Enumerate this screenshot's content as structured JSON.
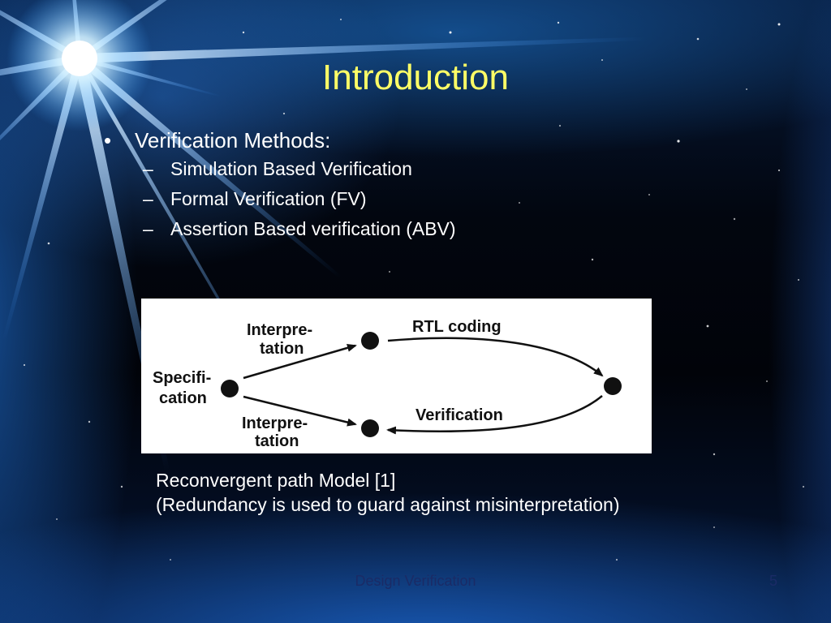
{
  "slide": {
    "title": "Introduction",
    "bullet": {
      "marker": "•",
      "text": "Verification Methods:",
      "sub_marker": "–",
      "sub_items": [
        "Simulation Based Verification",
        "Formal Verification (FV)",
        "Assertion Based verification (ABV)"
      ]
    },
    "diagram": {
      "labels": {
        "spec_line1": "Specifi-",
        "spec_line2": "cation",
        "interp_top_line1": "Interpre-",
        "interp_top_line2": "tation",
        "interp_bottom_line1": "Interpre-",
        "interp_bottom_line2": "tation",
        "rtl": "RTL coding",
        "verification": "Verification"
      }
    },
    "caption": {
      "line1": "Reconvergent path Model [1]",
      "line2": "(Redundancy is used to guard against misinterpretation)"
    },
    "footer": {
      "title": "Design Verification",
      "page_number": "5"
    }
  }
}
